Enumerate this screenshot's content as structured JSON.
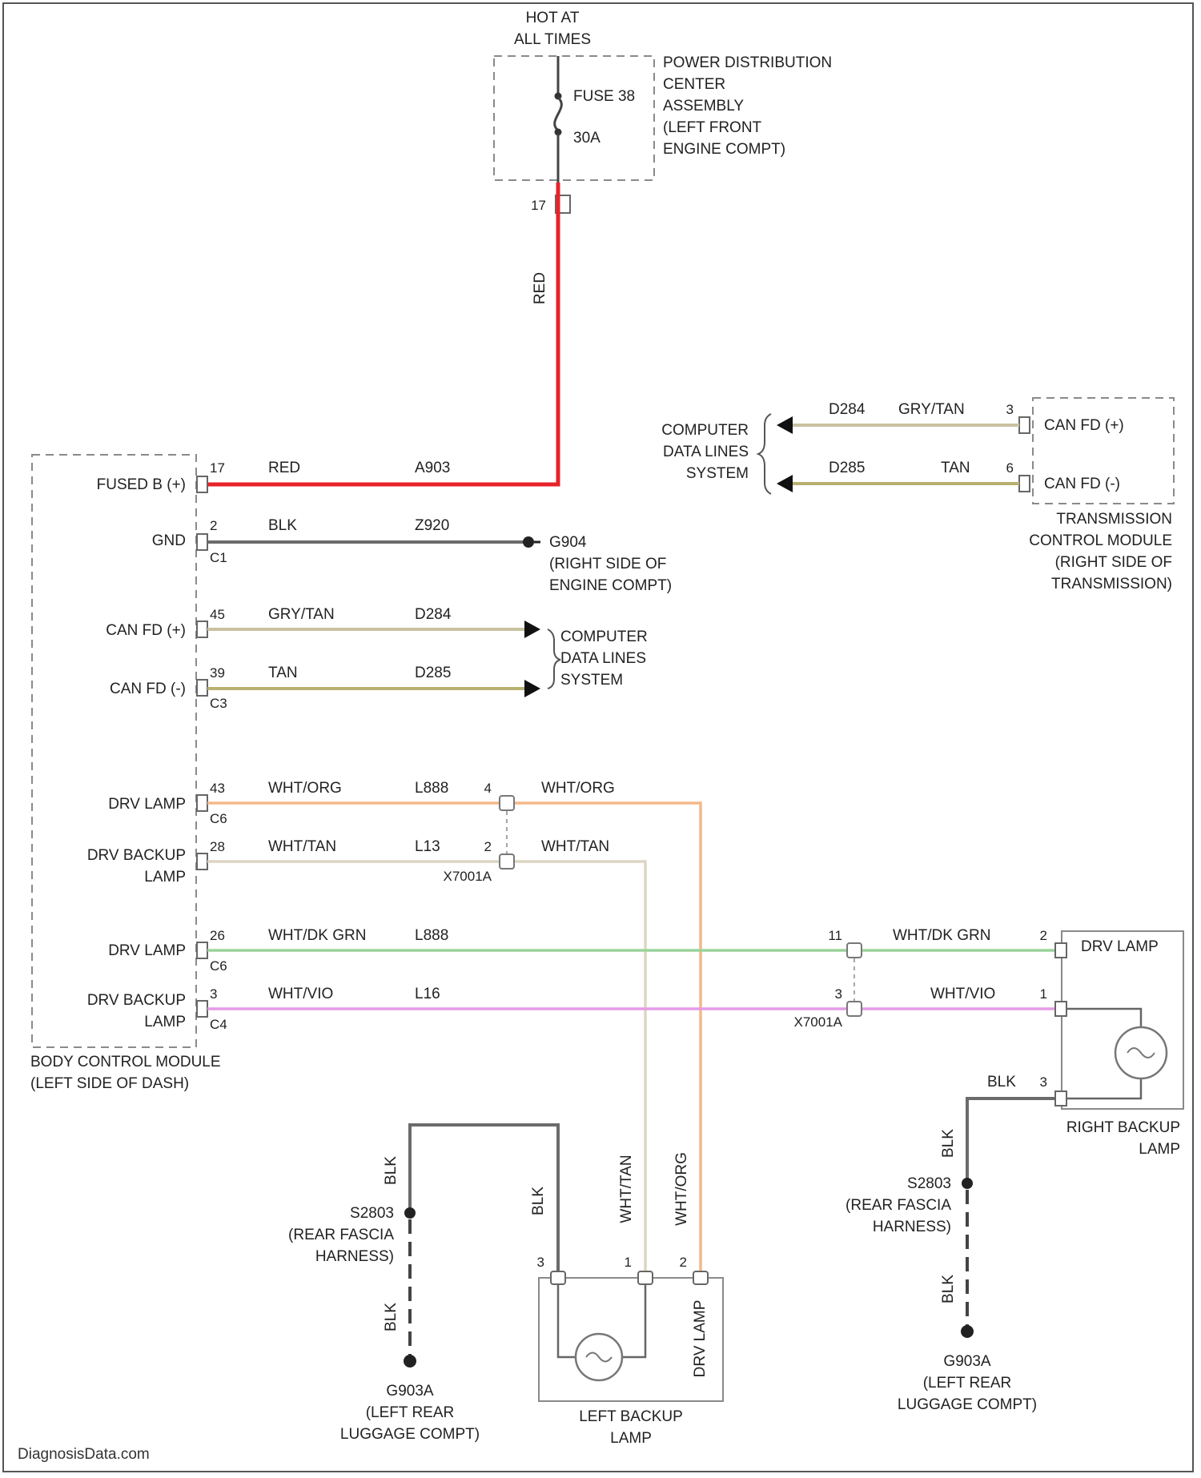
{
  "colors": {
    "red": "#e8222a",
    "gray_blk": "#6b6b6b",
    "gry_tan": "#c9c2a0",
    "tan": "#b8b070",
    "wht_org": "#f2b98a",
    "wht_tan": "#ddd5c4",
    "wht_dk_grn": "#9cd39a",
    "wht_vio": "#e59be6",
    "outline": "#8a8a8a"
  },
  "top": {
    "hot_line1": "HOT AT",
    "hot_line2": "ALL TIMES",
    "pdc_lines": [
      "POWER DISTRIBUTION",
      "CENTER",
      "ASSEMBLY",
      "(LEFT FRONT",
      "ENGINE COMPT)"
    ],
    "fuse_label": "FUSE 38",
    "fuse_amps": "30A",
    "pdc_pin": "17",
    "red_vertical": "RED"
  },
  "bcm": {
    "name_lines": [
      "BODY CONTROL MODULE",
      "(LEFT SIDE OF DASH)"
    ],
    "pins": [
      {
        "label": "FUSED B (+)",
        "pin": "17",
        "color": "RED",
        "circuit": "A903",
        "conn": ""
      },
      {
        "label": "GND",
        "pin": "2",
        "color": "BLK",
        "circuit": "Z920",
        "conn": "C1"
      },
      {
        "label": "CAN FD (+)",
        "pin": "45",
        "color": "GRY/TAN",
        "circuit": "D284",
        "conn": ""
      },
      {
        "label": "CAN FD (-)",
        "pin": "39",
        "color": "TAN",
        "circuit": "D285",
        "conn": "C3"
      },
      {
        "label": "DRV LAMP",
        "pin": "43",
        "color": "WHT/ORG",
        "circuit": "L888",
        "conn": "C6"
      },
      {
        "label_lines": [
          "DRV BACKUP",
          "LAMP"
        ],
        "pin": "28",
        "color": "WHT/TAN",
        "circuit": "L13",
        "conn": ""
      },
      {
        "label": "DRV LAMP",
        "pin": "26",
        "color": "WHT/DK GRN",
        "circuit": "L888",
        "conn": "C6"
      },
      {
        "label_lines": [
          "DRV BACKUP",
          "LAMP"
        ],
        "pin": "3",
        "color": "WHT/VIO",
        "circuit": "L16",
        "conn": "C4"
      }
    ]
  },
  "ground_g": {
    "lines": [
      "G904",
      "(RIGHT SIDE OF",
      "ENGINE COMPT)"
    ]
  },
  "cdl_left": {
    "lines": [
      "COMPUTER",
      "DATA LINES",
      "SYSTEM"
    ]
  },
  "cdl_right": {
    "lines": [
      "COMPUTER",
      "DATA LINES",
      "SYSTEM"
    ]
  },
  "tcm": {
    "pins": [
      {
        "label": "CAN FD (+)",
        "pin": "3",
        "color": "GRY/TAN",
        "circuit": "D284"
      },
      {
        "label": "CAN FD (-)",
        "pin": "6",
        "color": "TAN",
        "circuit": "D285"
      }
    ],
    "name_lines": [
      "TRANSMISSION",
      "CONTROL MODULE",
      "(RIGHT SIDE OF",
      "TRANSMISSION)"
    ]
  },
  "inline_left": {
    "connector": "X7001A",
    "pin_a": "4",
    "color_a": "WHT/ORG",
    "pin_b": "2",
    "color_b": "WHT/TAN"
  },
  "inline_right": {
    "connector": "X7001A",
    "pin_a": "11",
    "color_a": "WHT/DK GRN",
    "pin_b": "3",
    "color_b": "WHT/VIO"
  },
  "right_lamp": {
    "label_drv": "DRV LAMP",
    "pin_drv": "2",
    "pin_backup": "1",
    "pin_gnd": "3",
    "gnd_color": "BLK",
    "name_lines": [
      "RIGHT BACKUP",
      "LAMP"
    ]
  },
  "right_ground": {
    "blk_upper": "BLK",
    "splice_lines": [
      "S2803",
      "(REAR FASCIA",
      "HARNESS)"
    ],
    "blk_lower": "BLK",
    "ground_lines": [
      "G903A",
      "(LEFT REAR",
      "LUGGAGE COMPT)"
    ]
  },
  "left_lamp": {
    "pin_gnd": "3",
    "pin_backup": "1",
    "pin_drv": "2",
    "vertical_blk": "BLK",
    "vertical_tan": "WHT/TAN",
    "vertical_org": "WHT/ORG",
    "drv_lamp_label": "DRV LAMP",
    "name_lines": [
      "LEFT BACKUP",
      "LAMP"
    ]
  },
  "left_ground": {
    "blk_upper": "BLK",
    "splice_lines": [
      "S2803",
      "(REAR FASCIA",
      "HARNESS)"
    ],
    "blk_lower": "BLK",
    "ground_lines": [
      "G903A",
      "(LEFT REAR",
      "LUGGAGE COMPT)"
    ]
  },
  "watermark": "DiagnosisData.com"
}
